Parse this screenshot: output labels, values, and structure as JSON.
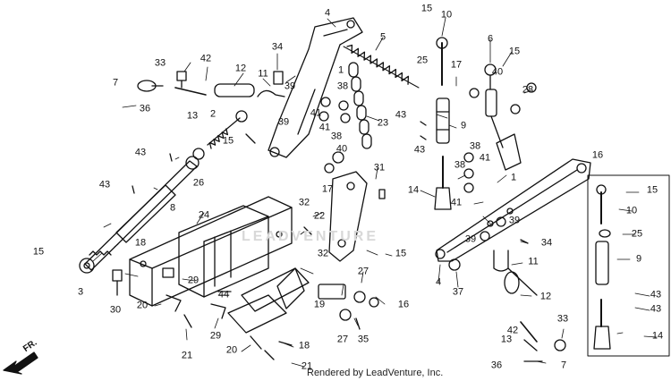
{
  "diagram": {
    "front_label": "FR.",
    "footer": "Rendered by LeadVenture, Inc.",
    "watermark": "LEADVENTURE",
    "callouts": [
      "1",
      "2",
      "3",
      "4",
      "5",
      "6",
      "7",
      "8",
      "9",
      "10",
      "11",
      "12",
      "13",
      "14",
      "15",
      "16",
      "17",
      "18",
      "19",
      "20",
      "21",
      "22",
      "23",
      "24",
      "25",
      "26",
      "27",
      "28",
      "29",
      "30",
      "31",
      "32",
      "33",
      "34",
      "35",
      "36",
      "37",
      "38",
      "39",
      "40",
      "41",
      "42",
      "43",
      "44"
    ]
  }
}
